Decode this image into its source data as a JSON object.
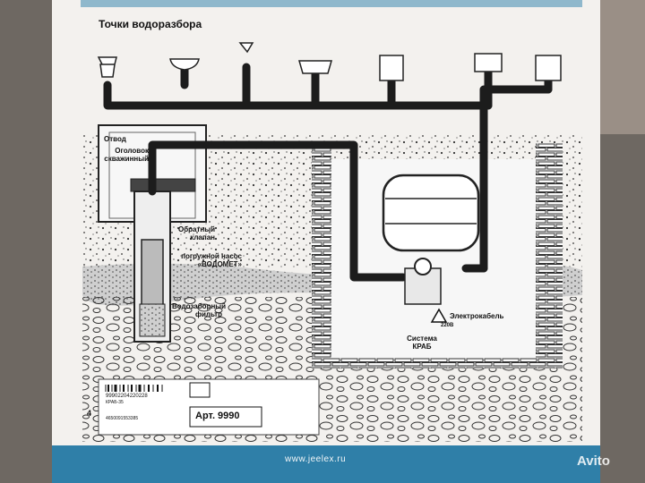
{
  "header": {
    "title": "Точки водоразбора"
  },
  "labels": {
    "otvod": "Отвод",
    "ogolovok": "Оголовок скважинный",
    "klapan": "Обратный клапан",
    "nasos": "погружной насос «ВОДОМЕТ»",
    "filtr": "Водозаборный фильтр",
    "elektrokabel": "Электрокабель",
    "voltage": "220В",
    "sistema": "Система КРАБ"
  },
  "box": {
    "article": "Арт. 9990",
    "website": "www.jeelex.ru",
    "page_number": "4",
    "barcode_number": "99902204220228",
    "product_code": "КРАБ-35",
    "lower_code": "4650091553385"
  },
  "watermark": {
    "text": "Avito"
  },
  "colors": {
    "box_white": "#f3f1ee",
    "pipe_black": "#1c1c1c",
    "box_blue": "#2f7fa8",
    "brick": "#444444"
  },
  "icons": [
    "toilet-icon",
    "washbasin-icon",
    "shower-icon",
    "bathtub-icon",
    "washing-machine-icon",
    "kitchen-sink-icon",
    "dishwasher-icon",
    "hydroaccumulator-tank-icon",
    "warning-icon",
    "eac-mark-icon",
    "barcode-icon"
  ]
}
